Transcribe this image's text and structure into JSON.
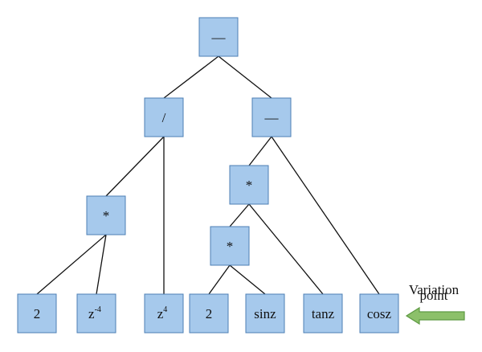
{
  "nodes": {
    "root": {
      "label": "—"
    },
    "div": {
      "label": "/"
    },
    "sub": {
      "label": "—"
    },
    "mul1": {
      "label": "*"
    },
    "mul2": {
      "label": "*"
    },
    "mul3": {
      "label": "*"
    },
    "two_a": {
      "label": "2"
    },
    "zneg4": {
      "base": "z",
      "sup": "-4"
    },
    "z4": {
      "base": "z",
      "sup": "4"
    },
    "two_b": {
      "label": "2"
    },
    "sinz": {
      "label": "sinz"
    },
    "tanz": {
      "label": "tanz"
    },
    "cosz": {
      "label": "cosz"
    }
  },
  "edges": [
    [
      "root",
      "div"
    ],
    [
      "root",
      "sub"
    ],
    [
      "div",
      "mul1"
    ],
    [
      "div",
      "z4"
    ],
    [
      "mul1",
      "two_a"
    ],
    [
      "mul1",
      "zneg4"
    ],
    [
      "sub",
      "mul2"
    ],
    [
      "sub",
      "cosz"
    ],
    [
      "mul2",
      "mul3"
    ],
    [
      "mul2",
      "tanz"
    ],
    [
      "mul3",
      "two_b"
    ],
    [
      "mul3",
      "sinz"
    ]
  ],
  "annotation": {
    "line1": "Variation",
    "line2": "point",
    "arrow_color": "#8cc06a",
    "arrow_stroke": "#5e9a43"
  }
}
